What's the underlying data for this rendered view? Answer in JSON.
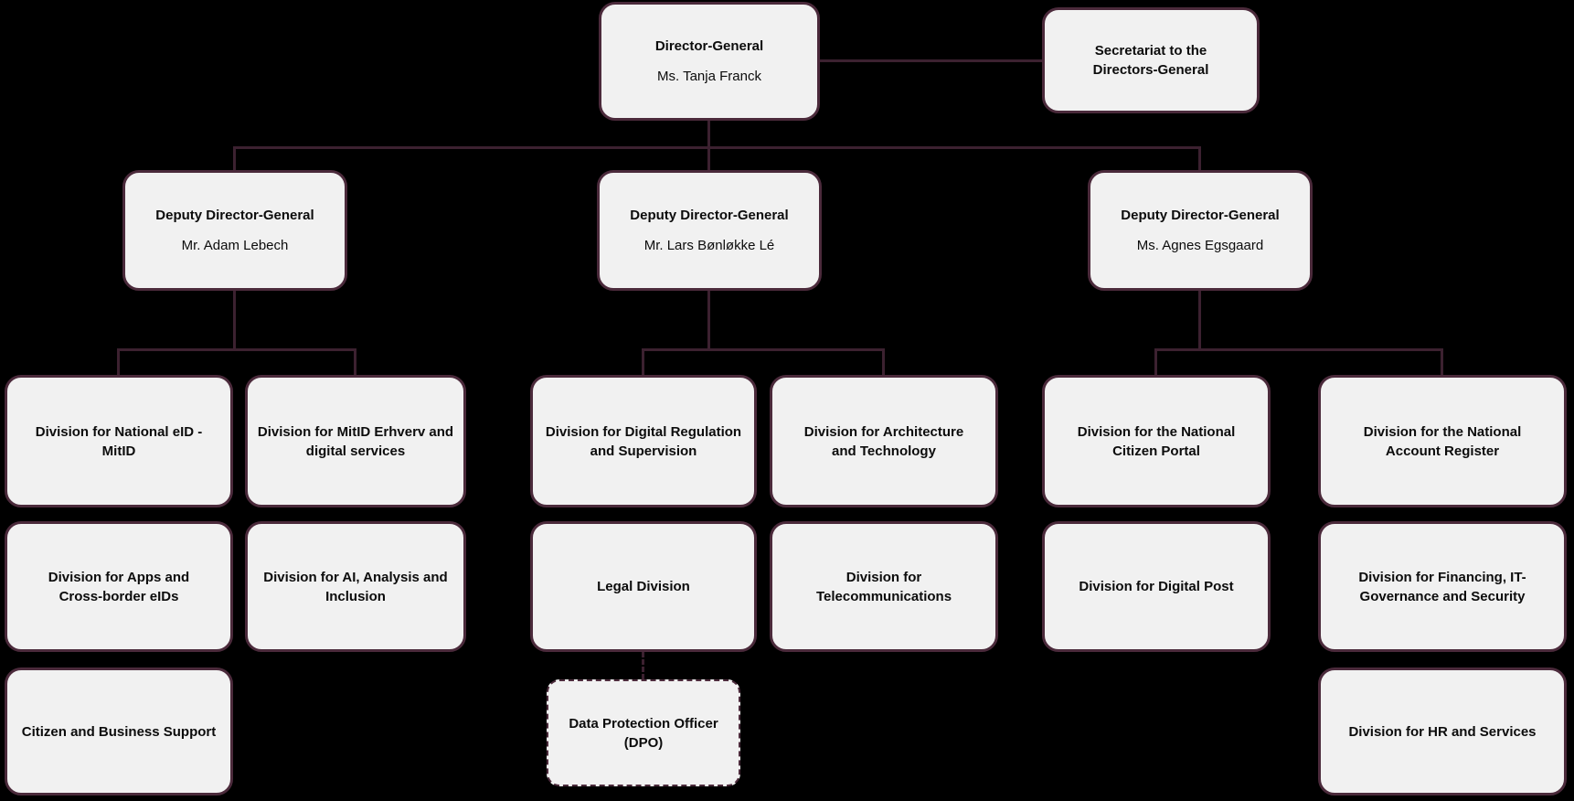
{
  "colors": {
    "background": "#000000",
    "node_fill": "#f1f1f1",
    "node_border": "#4b2a3b",
    "connector": "#3c2130",
    "text": "#0c0c0c"
  },
  "org": {
    "director_general": {
      "title": "Director-General",
      "name": "Ms. Tanja Franck"
    },
    "secretariat": {
      "label": "Secretariat to the Directors-General"
    },
    "deputies": [
      {
        "title": "Deputy Director-General",
        "name": "Mr. Adam Lebech"
      },
      {
        "title": "Deputy Director-General",
        "name": "Mr. Lars Bønløkke Lé"
      },
      {
        "title": "Deputy Director-General",
        "name": "Ms. Agnes Egsgaard"
      }
    ],
    "divisions": [
      {
        "label": "Division for National eID - MitID"
      },
      {
        "label": "Division for MitID Erhverv and digital services"
      },
      {
        "label": "Division for Digital Regulation and Supervision"
      },
      {
        "label": "Division for Architecture and Technology"
      },
      {
        "label": "Division for the National Citizen Portal"
      },
      {
        "label": "Division for the National Account Register"
      },
      {
        "label": "Division for Apps and Cross-border eIDs"
      },
      {
        "label": "Division for AI, Analysis and Inclusion"
      },
      {
        "label": "Legal Division"
      },
      {
        "label": "Division for Telecommunications"
      },
      {
        "label": "Division for Digital Post"
      },
      {
        "label": "Division for Financing, IT-Governance and Security"
      },
      {
        "label": "Citizen and Business Support"
      },
      {
        "label": "Division for HR and Services"
      }
    ],
    "dpo": {
      "label": "Data Protection Officer (DPO)"
    }
  }
}
